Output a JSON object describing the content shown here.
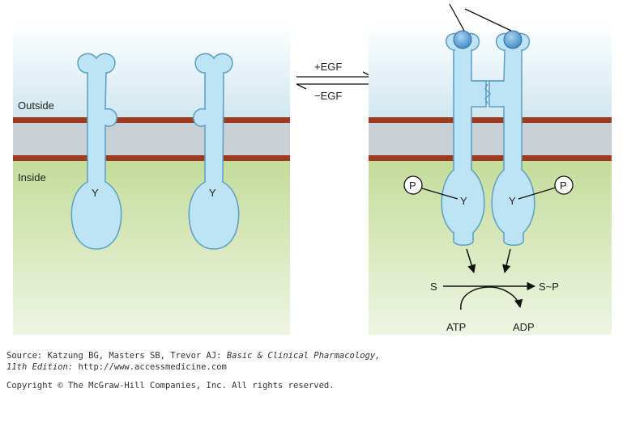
{
  "diagram": {
    "membrane_labels": {
      "outside": "Outside",
      "inside": "Inside"
    },
    "reaction_arrows": {
      "forward": "+EGF",
      "reverse": "−EGF"
    },
    "residue_label": "Y",
    "phospho_label": "P",
    "reaction": {
      "substrate": "S",
      "product": "S~P",
      "atp": "ATP",
      "adp": "ADP"
    },
    "colors": {
      "extracellular": "#cfe7ef",
      "membrane_core": "#c9cfd2",
      "membrane_edge": "#9e3b1e",
      "intracellular": "#c5dc9b",
      "receptor_fill": "#bde3f4",
      "receptor_stroke": "#5a9fc4",
      "ligand": "#4f97cf"
    }
  },
  "caption": {
    "source_prefix": "Source: Katzung BG, Masters SB, Trevor AJ: ",
    "book_title": "Basic & Clinical Pharmacology,",
    "edition": "11th Edition: ",
    "url": "http://www.accessmedicine.com",
    "copyright": "Copyright © The McGraw-Hill Companies, Inc. All rights reserved."
  }
}
